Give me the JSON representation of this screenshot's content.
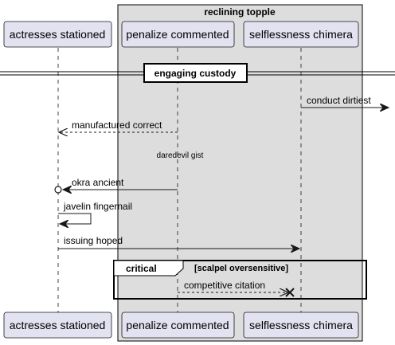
{
  "group": {
    "title": "reclining topple",
    "fill": "#dddddd"
  },
  "participants": [
    {
      "id": "p1",
      "label": "actresses stationed"
    },
    {
      "id": "p2",
      "label": "penalize commented"
    },
    {
      "id": "p3",
      "label": "selflessness chimera"
    }
  ],
  "divider": {
    "label": "engaging custody"
  },
  "messages": [
    {
      "id": "m1",
      "label": "conduct dirtiest",
      "from": "p3",
      "to": "outside",
      "style": "solid"
    },
    {
      "id": "m2",
      "label": "manufactured correct",
      "from": "p2",
      "to": "p1",
      "style": "dashed"
    },
    {
      "id": "m3",
      "label": "okra ancient",
      "from": "p2",
      "to": "p1",
      "style": "solid",
      "end": "circle"
    },
    {
      "id": "m4",
      "label": "javelin fingernail",
      "from": "p1",
      "to": "p1",
      "style": "solid",
      "self": true
    },
    {
      "id": "m5",
      "label": "issuing hoped",
      "from": "p1",
      "to": "p3",
      "style": "solid"
    },
    {
      "id": "m6",
      "label": "competitive citation",
      "from": "p2",
      "to": "p3",
      "style": "dashed",
      "end": "cross"
    }
  ],
  "delay": {
    "label": "daredevil gist"
  },
  "fragment": {
    "keyword": "critical",
    "condition": "[scalpel oversensitive]"
  },
  "colors": {
    "participant_fill": "#e2e2f0",
    "participant_border": "#181818",
    "line": "#181818",
    "group_fill": "#dddddd"
  }
}
